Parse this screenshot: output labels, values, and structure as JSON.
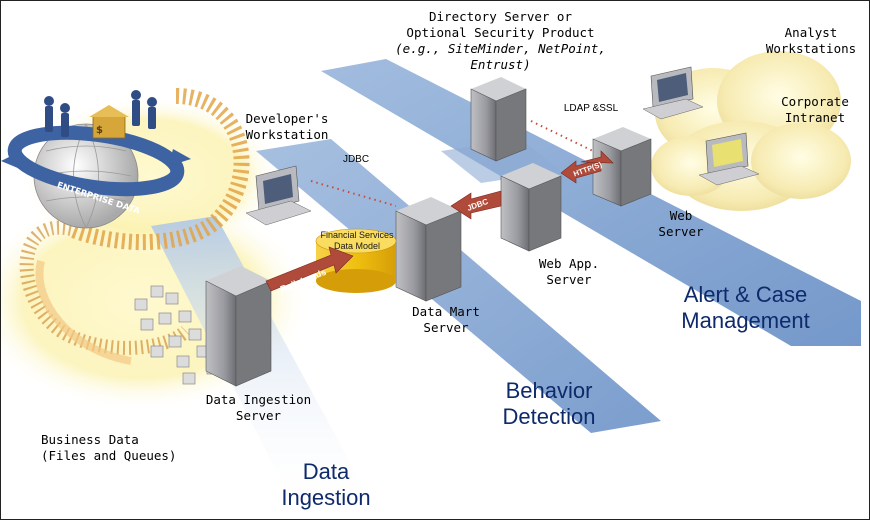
{
  "labels": {
    "directory_server": [
      "Directory Server or",
      "Optional Security Product"
    ],
    "directory_examples": "(e.g., SiteMinder, NetPoint,",
    "directory_examples_2": "Entrust)",
    "analyst_workstations": [
      "Analyst",
      "Workstations"
    ],
    "corporate_intranet": [
      "Corporate",
      "Intranet"
    ],
    "ldap_ssl": "LDAP &SSL",
    "developers_workstation": [
      "Developer's",
      "Workstation"
    ],
    "jdbc_top": "JDBC",
    "web_server": [
      "Web",
      "Server"
    ],
    "web_app_server": [
      "Web App.",
      "Server"
    ],
    "financial_services_model": [
      "Financial Services",
      "Data Model"
    ],
    "data_mart_server": [
      "Data Mart",
      "Server"
    ],
    "data_ingestion_server": [
      "Data Ingestion",
      "Server"
    ],
    "business_data": [
      "Business Data",
      "(Files and Queues)"
    ],
    "enterprise_data": "ENTERPRISE DATA"
  },
  "arrows": {
    "bulk_loads": "Bulk Loads",
    "jdbc": "JDBC",
    "http": "HTTP(S)"
  },
  "zones": {
    "alert_case": [
      "Alert & Case",
      "Management"
    ],
    "behavior_detection": [
      "Behavior",
      "Detection"
    ],
    "data_ingestion": [
      "Data",
      "Ingestion"
    ]
  },
  "colors": {
    "band_blue": "#7fa1cf",
    "zone_title": "#0e2a6b",
    "server_grey": "#8e8e92",
    "disk_gold": "#f2c21a",
    "arrow_red": "#b04a3a",
    "glow_yellow": "#fbf2b0"
  }
}
